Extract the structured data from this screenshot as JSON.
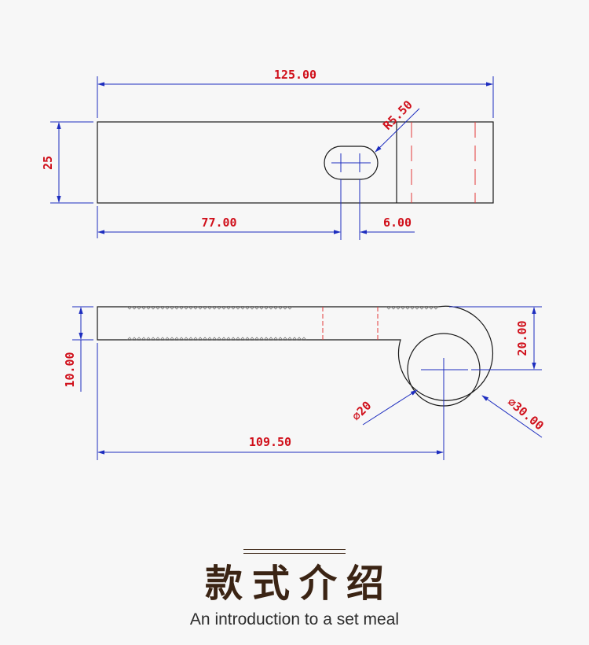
{
  "top_view": {
    "dim_length": "125.00",
    "dim_height": "25",
    "dim_slot_radius": "R5.50",
    "dim_slot_position": "77.00",
    "dim_slot_width": "6.00"
  },
  "side_view": {
    "dim_thickness": "10.00",
    "dim_eye_height": "20.00",
    "dim_inner_diameter": "⌀20",
    "dim_outer_diameter": "⌀30.00",
    "dim_center_distance": "109.50"
  },
  "footer": {
    "title": "款式介绍",
    "subtitle": "An introduction to a set meal"
  },
  "colors": {
    "outline": "#1a1a1a",
    "dimension_line": "#1d2dbf",
    "dimension_text": "#d0101b",
    "hidden_line": "#e33a3a",
    "footer_title": "#3b2414"
  }
}
